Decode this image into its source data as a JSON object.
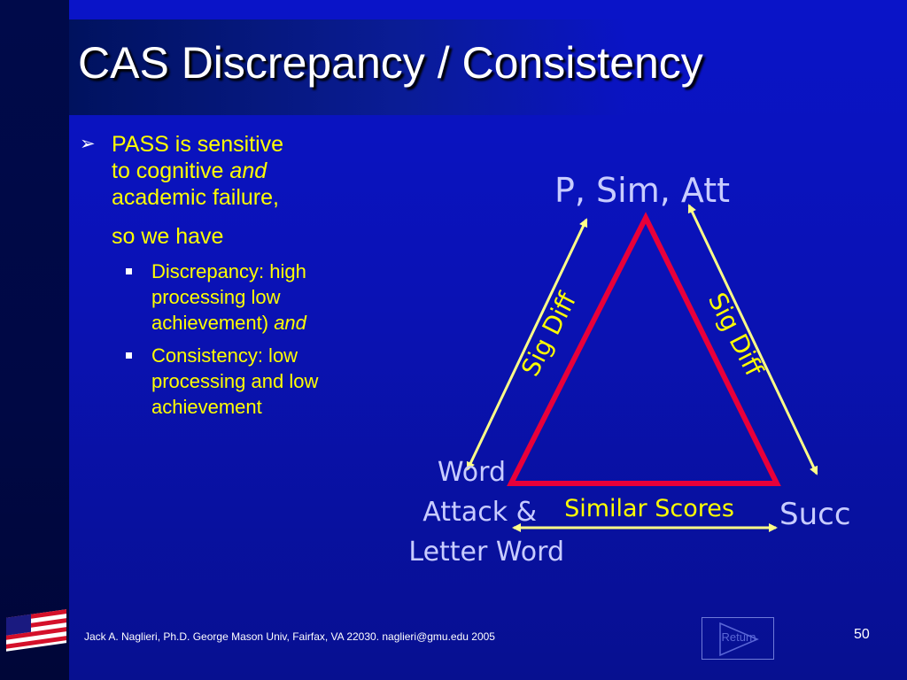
{
  "slide": {
    "title": "CAS Discrepancy / Consistency"
  },
  "bullets": {
    "main": {
      "line1": "PASS is sensitive",
      "line2_pre": "to cognitive ",
      "line2_em": "and",
      "line3": "academic failure,",
      "line4": "so we have"
    },
    "sub": [
      {
        "lines": [
          "Discrepancy: high",
          "processing low"
        ],
        "last_pre": "achievement) ",
        "last_em": "and"
      },
      {
        "lines": [
          "Consistency: low",
          "processing and low",
          "achievement"
        ]
      }
    ]
  },
  "diagram": {
    "top_label": "P, Sim, Att",
    "left_label_1": "Word",
    "left_label_2": "Attack &",
    "left_label_3": "Letter Word",
    "right_label": "Succ",
    "left_edge_label": "Sig Diff",
    "right_edge_label": "Sig Diff",
    "bottom_edge_label": "Similar Scores",
    "colors": {
      "triangle": "#e8003a",
      "arrows": "#ffff88",
      "labels": "#c8ccff",
      "edge_labels": "#ffff00"
    }
  },
  "footer": {
    "credit": "Jack A. Naglieri, Ph.D.  George Mason Univ, Fairfax, VA 22030.  naglieri@gmu.edu 2005",
    "page_number": "50",
    "nav_button_label": "Return"
  },
  "icons": {
    "flag": "us-flag-icon",
    "bullet": "arrow-bullet-icon",
    "nav": "return-arrow-icon"
  }
}
